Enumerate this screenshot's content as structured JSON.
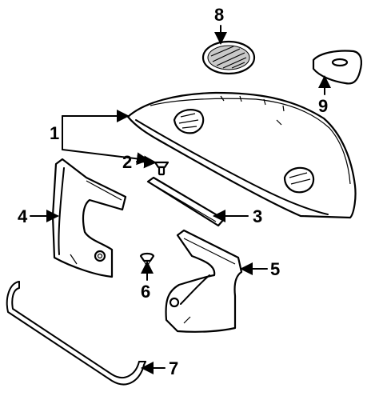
{
  "callouts": {
    "c1": "1",
    "c2": "2",
    "c3": "3",
    "c4": "4",
    "c5": "5",
    "c6": "6",
    "c7": "7",
    "c8": "8",
    "c9": "9"
  },
  "colors": {
    "ink": "#000000",
    "paper": "#ffffff",
    "shade": "#c9c9c9"
  }
}
